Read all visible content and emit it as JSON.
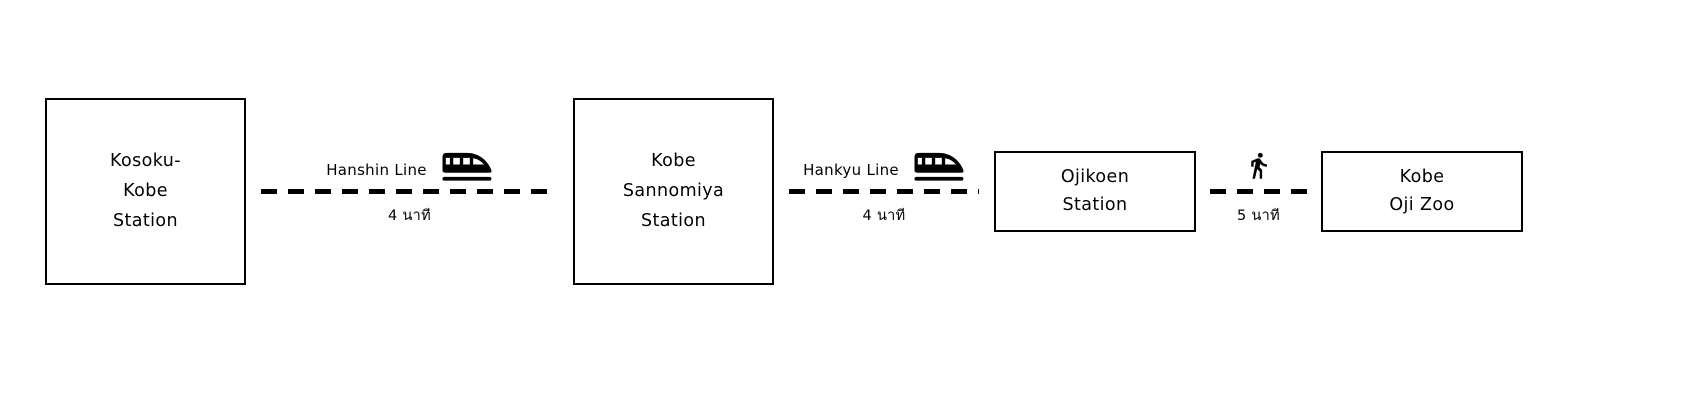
{
  "stations": [
    {
      "lines": [
        "Kosoku-",
        "Kobe",
        "Station"
      ]
    },
    {
      "lines": [
        "Kobe",
        "Sannomiya",
        "Station"
      ]
    },
    {
      "lines": [
        "Ojikoen",
        "Station"
      ]
    },
    {
      "lines": [
        "Kobe",
        "Oji Zoo"
      ]
    }
  ],
  "segments": [
    {
      "line": "Hanshin Line",
      "duration": "4 นาที",
      "mode": "train",
      "icon": "bullet-train-icon"
    },
    {
      "line": "Hankyu Line",
      "duration": "4 นาที",
      "mode": "train",
      "icon": "bullet-train-icon"
    },
    {
      "line": "",
      "duration": "5 นาที",
      "mode": "walk",
      "icon": "walking-person-icon"
    }
  ],
  "colors": {
    "foreground": "#000000",
    "background": "#ffffff"
  }
}
